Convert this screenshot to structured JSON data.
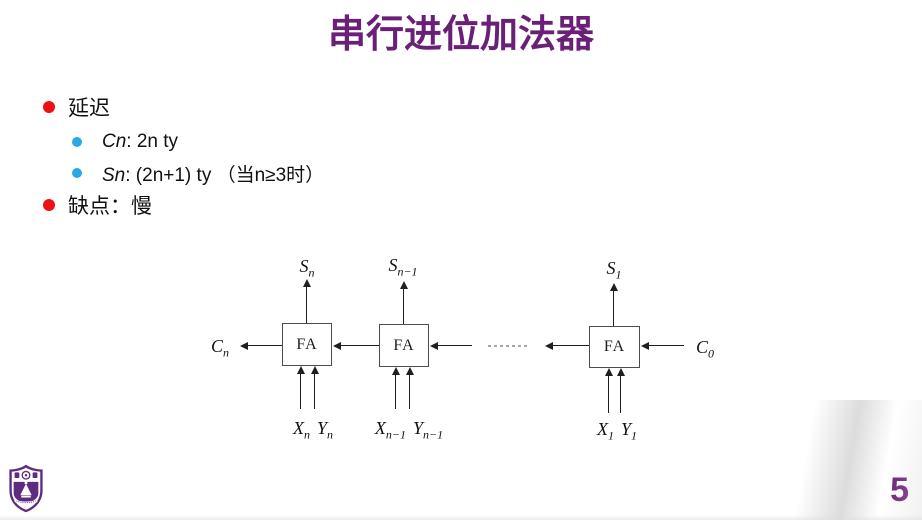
{
  "slide": {
    "title": "串行进位加法器",
    "page_number": "5"
  },
  "bullets": {
    "item1": "延迟",
    "sub1": {
      "term": "Cn",
      "rest": ": 2n ty"
    },
    "sub2": {
      "term": "Sn",
      "rest": ": (2n+1) ty （当n≥3时）"
    },
    "item2": "缺点：慢"
  },
  "diagram": {
    "fa_label": "FA",
    "sum": [
      {
        "base": "S",
        "sub": "n"
      },
      {
        "base": "S",
        "sub": "n−1"
      },
      {
        "base": "S",
        "sub": "1"
      }
    ],
    "carry_out": {
      "base": "C",
      "sub": "n"
    },
    "carry_in": {
      "base": "C",
      "sub": "0"
    },
    "inputs": [
      {
        "x_base": "X",
        "x_sub": "n",
        "y_base": "Y",
        "y_sub": "n"
      },
      {
        "x_base": "X",
        "x_sub": "n−1",
        "y_base": "Y",
        "y_sub": "n−1"
      },
      {
        "x_base": "X",
        "x_sub": "1",
        "y_base": "Y",
        "y_sub": "1"
      }
    ]
  },
  "colors": {
    "title_purple": "#6B2078",
    "page_number_purple": "#6B2078",
    "bullet_red": "#EE1111",
    "bullet_blue": "#29ABE2",
    "diagram_line": "#1F1F1F",
    "dash_gray": "#A8A8A8",
    "logo_purple": "#5D2B80"
  },
  "icons": {
    "logo": "university-crest"
  }
}
